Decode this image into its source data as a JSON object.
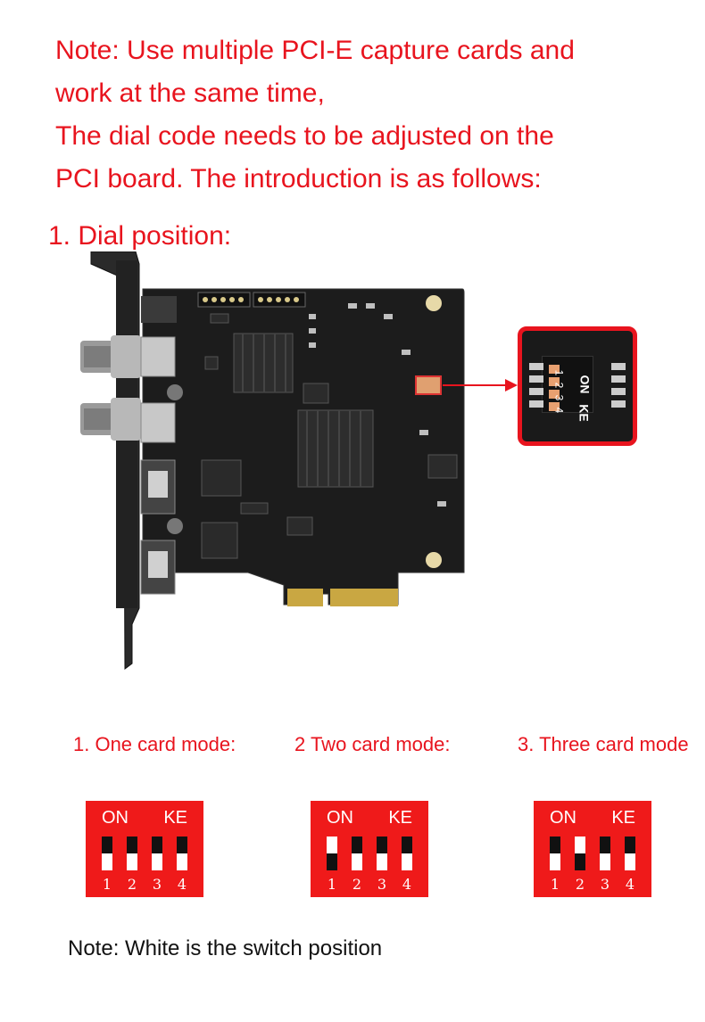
{
  "note": {
    "lines": [
      "Note: Use multiple PCI-E capture cards and",
      "work at the same time,",
      "The dial code needs to be adjusted on the",
      "PCI board. The introduction is as follows:"
    ]
  },
  "dial_position_title": "1. Dial position:",
  "board_closeup": {
    "on_label": "ON",
    "ke_label": "KE",
    "numbers": [
      "1",
      "2",
      "3",
      "4"
    ]
  },
  "modes": [
    {
      "label": "1. One card mode:",
      "on_label": "ON",
      "ke_label": "KE",
      "numbers": [
        "1",
        "2",
        "3",
        "4"
      ],
      "switch_up": [
        false,
        false,
        false,
        false
      ]
    },
    {
      "label": "2 Two card mode:",
      "on_label": "ON",
      "ke_label": "KE",
      "numbers": [
        "1",
        "2",
        "3",
        "4"
      ],
      "switch_up": [
        true,
        false,
        false,
        false
      ]
    },
    {
      "label": "3. Three card mode",
      "on_label": "ON",
      "ke_label": "KE",
      "numbers": [
        "1",
        "2",
        "3",
        "4"
      ],
      "switch_up": [
        false,
        true,
        false,
        false
      ]
    }
  ],
  "footer_note": "Note: White is the switch position",
  "colors": {
    "accent_red": "#e8141e",
    "switch_red": "#ef1a1a",
    "board_black": "#1c1c1c"
  }
}
